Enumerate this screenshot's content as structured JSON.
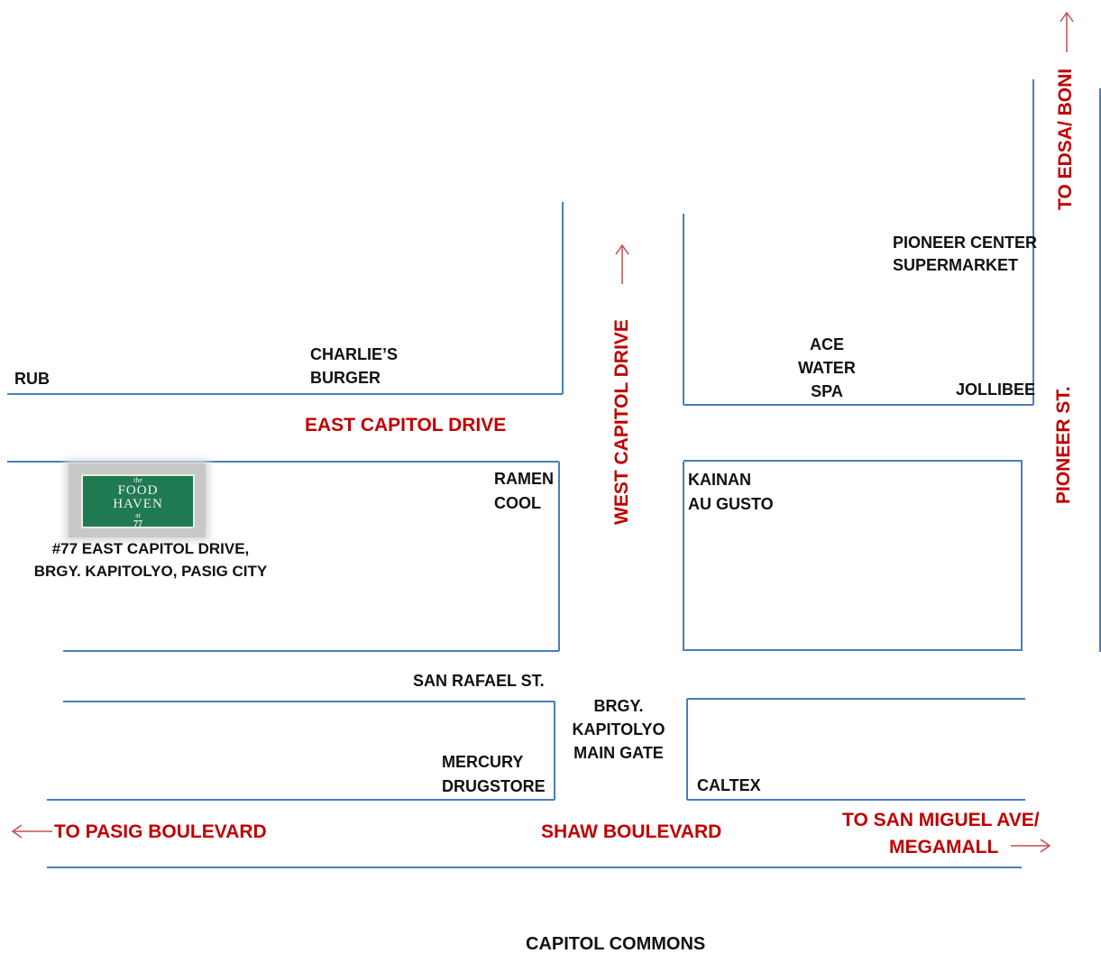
{
  "streets": {
    "east_capitol": "EAST CAPITOL DRIVE",
    "west_capitol": "WEST CAPITOL DRIVE",
    "pioneer": "PIONEER ST.",
    "san_rafael": "SAN RAFAEL ST.",
    "shaw": "SHAW BOULEVARD",
    "to_pasig": "TO PASIG BOULEVARD",
    "to_edsa": "TO EDSA/ BONI",
    "to_san_miguel_line1": "TO SAN MIGUEL AVE/",
    "to_san_miguel_line2": "MEGAMALL"
  },
  "landmarks": {
    "rub": "RUB",
    "charlies_line1": "CHARLIE’S",
    "charlies_line2": "BURGER",
    "pioneer_center_line1": "PIONEER CENTER",
    "pioneer_center_line2": "SUPERMARKET",
    "ace_line1": "ACE",
    "ace_line2": "WATER",
    "ace_line3": "SPA",
    "jollibee": "JOLLIBEE",
    "ramen_line1": "RAMEN",
    "ramen_line2": "COOL",
    "kainan_line1": "KAINAN",
    "kainan_line2": "AU GUSTO",
    "gate_line1": "BRGY.",
    "gate_line2": "KAPITOLYO",
    "gate_line3": "MAIN GATE",
    "mercury_line1": "MERCURY",
    "mercury_line2": "DRUGSTORE",
    "caltex": "CALTEX",
    "capitol_commons": "CAPITOL COMMONS"
  },
  "destination": {
    "sign_small_top": "the",
    "sign_line1": "FOOD",
    "sign_line2": "HAVEN",
    "sign_small_mid": "at",
    "sign_number": "77",
    "address_line1": "#77 EAST CAPITOL DRIVE,",
    "address_line2": "BRGY. KAPITOLYO, PASIG CITY"
  },
  "colors": {
    "road_line": "#4a7ebb",
    "street_label": "#c00000",
    "arrow": "#c0504d",
    "sign_green": "#1f7a52"
  }
}
